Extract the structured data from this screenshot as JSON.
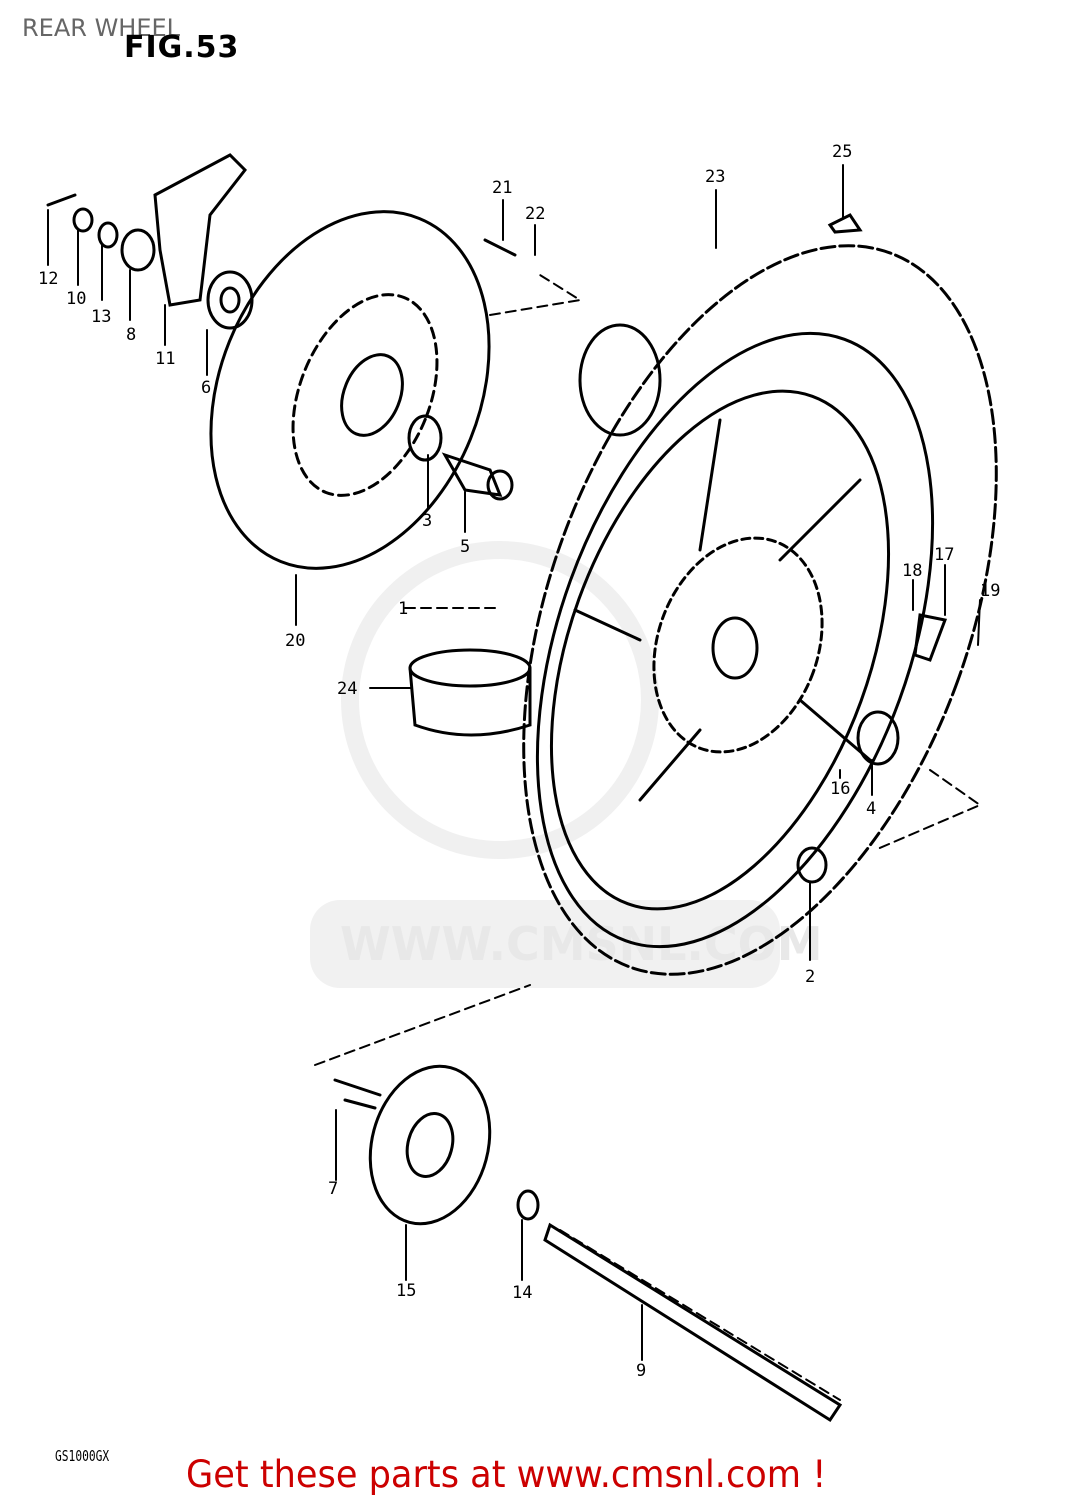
{
  "header": {
    "title": "REAR WHEEL",
    "figure": "FIG.53"
  },
  "footer": {
    "model_code": "GS1000GX",
    "promo": "Get these parts at www.cmsnl.com !"
  },
  "watermark": "WWW.CMSNL.COM",
  "callouts": [
    "1",
    "2",
    "3",
    "4",
    "5",
    "6",
    "7",
    "8",
    "9",
    "10",
    "11",
    "12",
    "13",
    "14",
    "15",
    "16",
    "17",
    "18",
    "19",
    "20",
    "21",
    "22",
    "23",
    "24",
    "25"
  ],
  "colors": {
    "promo": "#cc0000",
    "title": "#666666",
    "line": "#000000"
  }
}
